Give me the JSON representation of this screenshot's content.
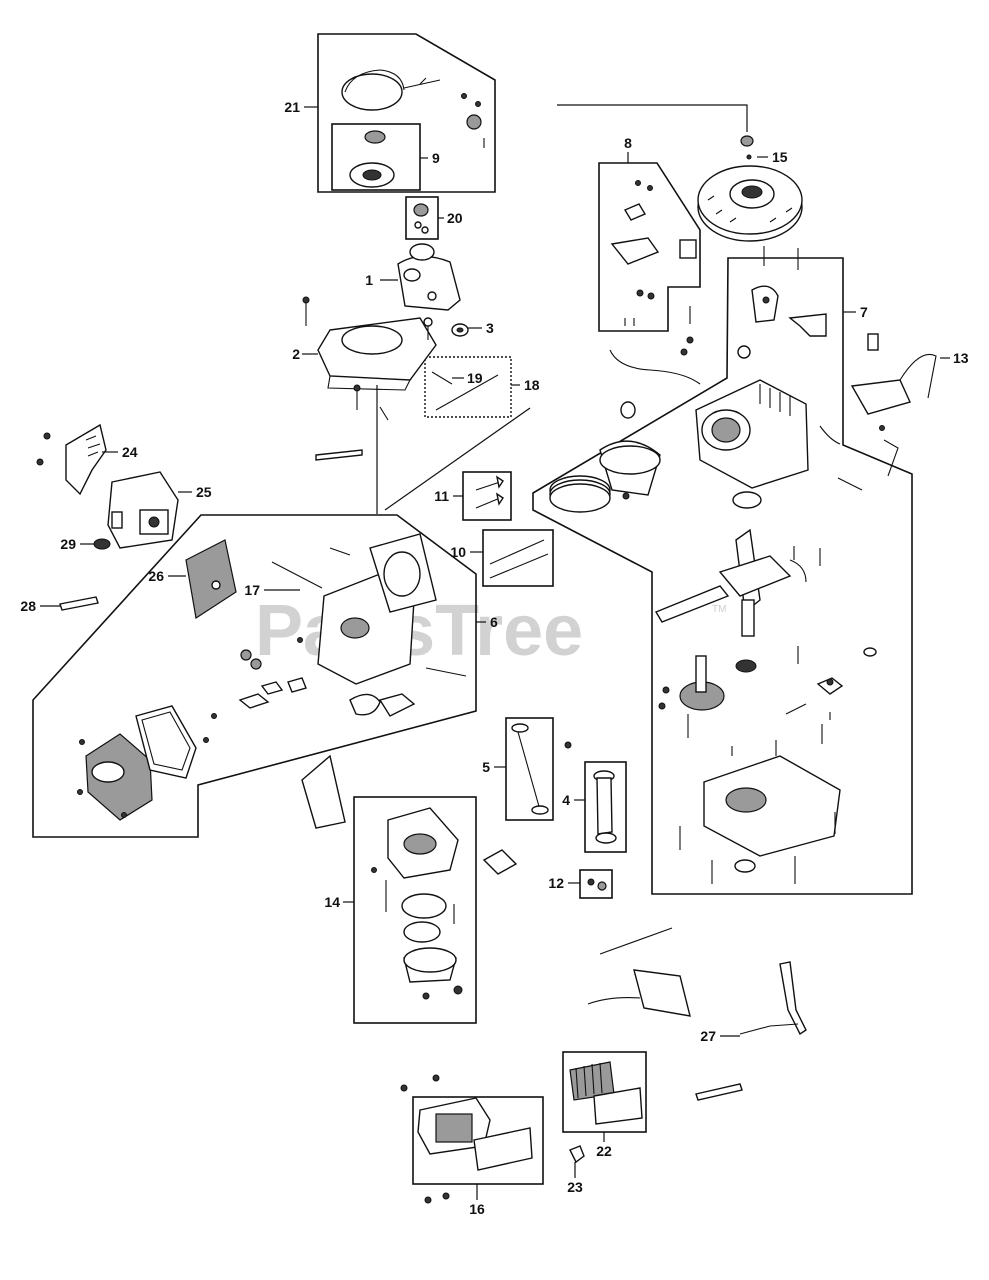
{
  "watermark": {
    "text": "PartsTree",
    "trademark": "TM"
  },
  "callouts": [
    {
      "id": "c1",
      "label": "1"
    },
    {
      "id": "c2",
      "label": "2"
    },
    {
      "id": "c3",
      "label": "3"
    },
    {
      "id": "c4",
      "label": "4"
    },
    {
      "id": "c5",
      "label": "5"
    },
    {
      "id": "c6",
      "label": "6"
    },
    {
      "id": "c7",
      "label": "7"
    },
    {
      "id": "c8",
      "label": "8"
    },
    {
      "id": "c9",
      "label": "9"
    },
    {
      "id": "c10",
      "label": "10"
    },
    {
      "id": "c11",
      "label": "11"
    },
    {
      "id": "c12",
      "label": "12"
    },
    {
      "id": "c13",
      "label": "13"
    },
    {
      "id": "c14",
      "label": "14"
    },
    {
      "id": "c15",
      "label": "15"
    },
    {
      "id": "c16",
      "label": "16"
    },
    {
      "id": "c17",
      "label": "17"
    },
    {
      "id": "c18",
      "label": "18"
    },
    {
      "id": "c19",
      "label": "19"
    },
    {
      "id": "c20",
      "label": "20"
    },
    {
      "id": "c21",
      "label": "21"
    },
    {
      "id": "c22",
      "label": "22"
    },
    {
      "id": "c23",
      "label": "23"
    },
    {
      "id": "c24",
      "label": "24"
    },
    {
      "id": "c25",
      "label": "25"
    },
    {
      "id": "c26",
      "label": "26"
    },
    {
      "id": "c27",
      "label": "27"
    },
    {
      "id": "c28",
      "label": "28"
    },
    {
      "id": "c29",
      "label": "29"
    }
  ]
}
